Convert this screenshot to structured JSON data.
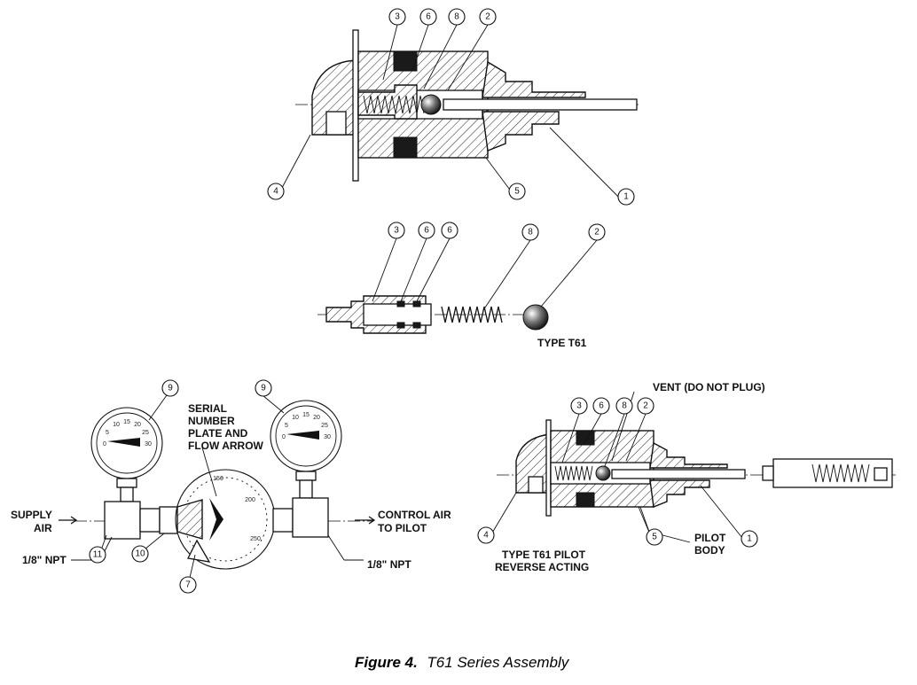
{
  "figure": {
    "caption_prefix": "Figure 4.",
    "caption_text": "T61 Series Assembly"
  },
  "callouts": {
    "top_assembly": [
      "3",
      "6",
      "8",
      "2",
      "4",
      "5",
      "1"
    ],
    "exploded": [
      "3",
      "6",
      "6",
      "8",
      "2"
    ],
    "gauge_set": [
      "9",
      "9",
      "11",
      "10",
      "7"
    ],
    "reverse_acting": [
      "3",
      "6",
      "8",
      "2",
      "4",
      "5",
      "1"
    ]
  },
  "labels": {
    "type_t61": "TYPE T61",
    "serial_line1": "SERIAL",
    "serial_line2": "NUMBER",
    "serial_line3": "PLATE AND",
    "serial_line4": "FLOW ARROW",
    "supply_line1": "SUPPLY",
    "supply_line2": "AIR",
    "npt_left": "1/8\" NPT",
    "npt_right": "1/8\" NPT",
    "control_line1": "CONTROL AIR",
    "control_line2": "TO PILOT",
    "vent": "VENT (DO NOT PLUG)",
    "pilot_line1": "PILOT",
    "pilot_line2": "BODY",
    "reverse_line1": "TYPE T61 PILOT",
    "reverse_line2": "REVERSE ACTING"
  },
  "gauges": {
    "small_scale": [
      "0",
      "5",
      "10",
      "15",
      "20",
      "25",
      "30"
    ],
    "large_scale": [
      "150",
      "200",
      "250"
    ]
  }
}
